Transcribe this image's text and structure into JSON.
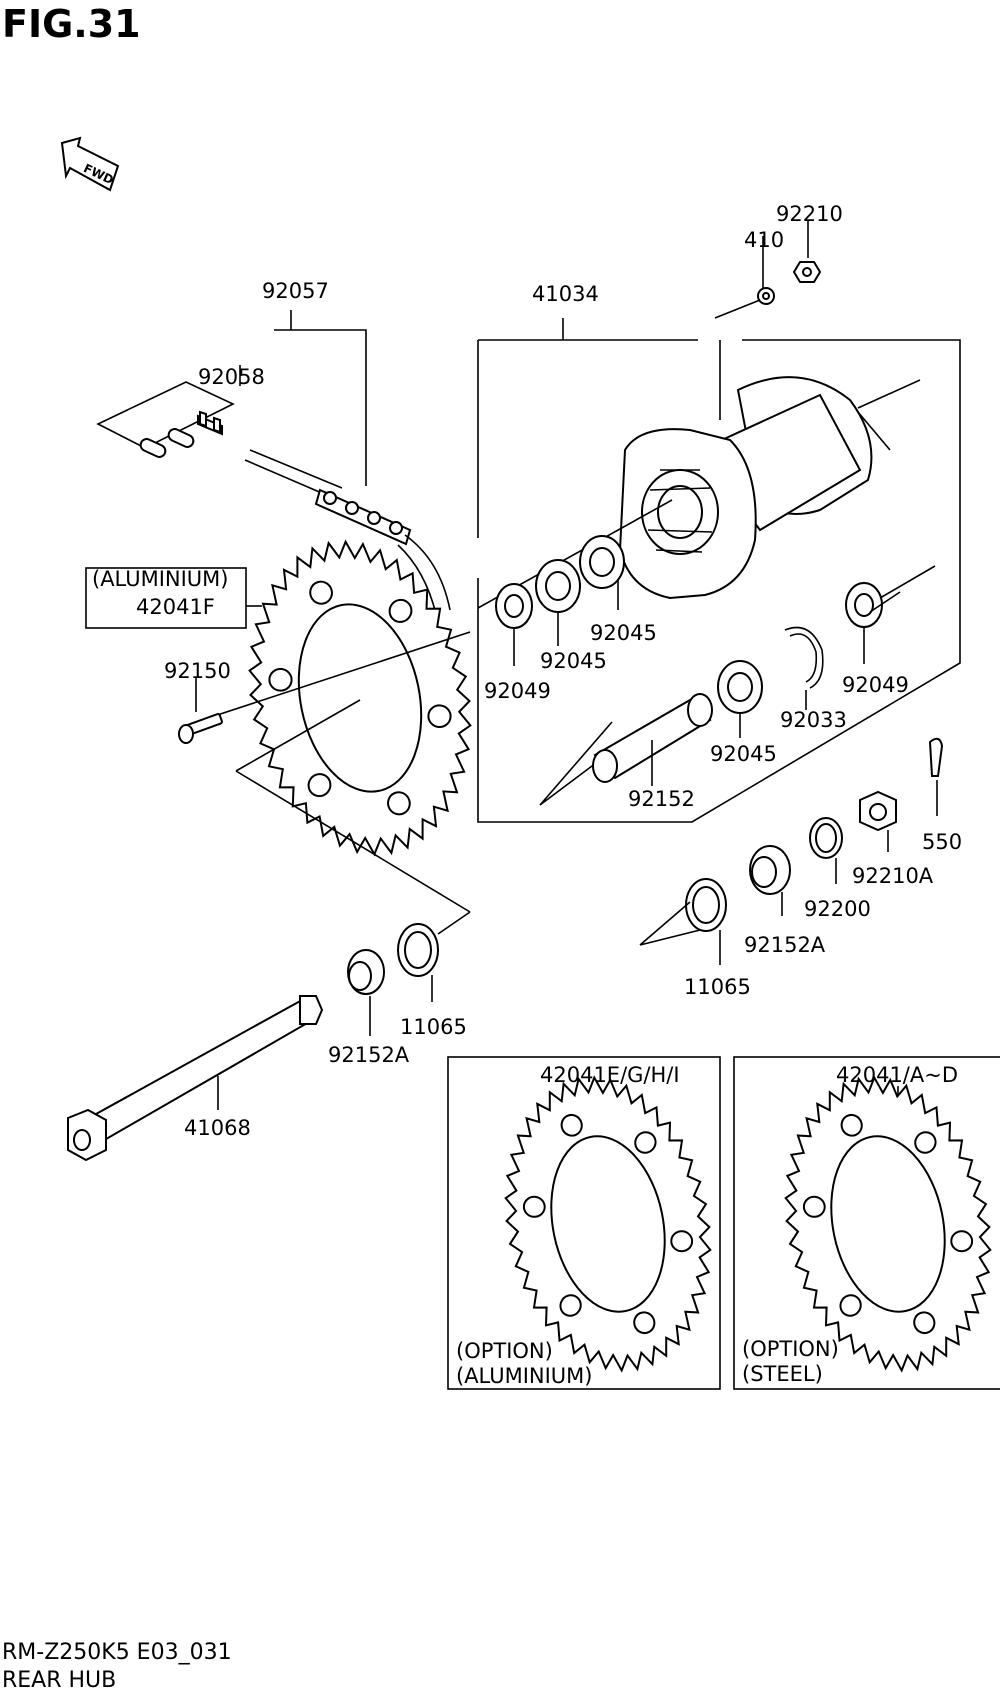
{
  "figure": {
    "title": "FIG.31"
  },
  "direction_marker": {
    "label": "FWD",
    "icon": "fwd-arrow-icon"
  },
  "callouts": {
    "p92210": "92210",
    "p410": "410",
    "p41034": "41034",
    "p92057": "92057",
    "p92058": "92058",
    "aluminium_note": "(ALUMINIUM)",
    "p42041F": "42041F",
    "p92150": "92150",
    "p92049_left": "92049",
    "p92045_a": "92045",
    "p92045_b": "92045",
    "p92045_c": "92045",
    "p92049_right": "92049",
    "p92033": "92033",
    "p92152": "92152",
    "p550": "550",
    "p92210A": "92210A",
    "p92200": "92200",
    "p92152A_right": "92152A",
    "p11065_right": "11065",
    "p11065_left": "11065",
    "p92152A_left": "92152A",
    "p41068": "41068"
  },
  "options": [
    {
      "part": "42041E/G/H/I",
      "note1": "(OPTION)",
      "note2": "(ALUMINIUM)"
    },
    {
      "part": "42041/A~D",
      "note1": "(OPTION)",
      "note2": "(STEEL)"
    }
  ],
  "footer": {
    "code": "RM-Z250K5 E03_031",
    "name": "REAR HUB"
  }
}
